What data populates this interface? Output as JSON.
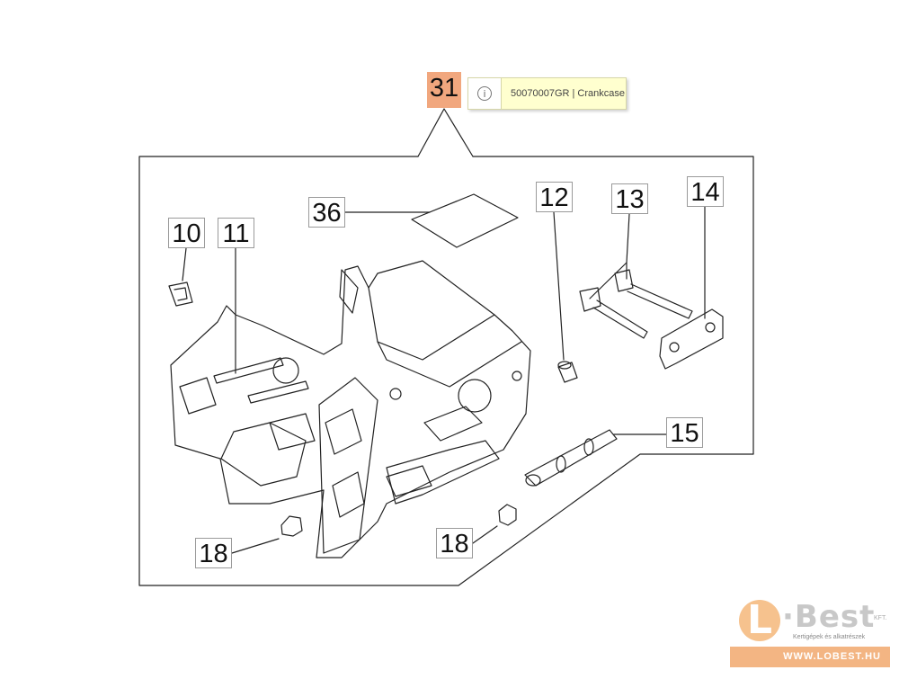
{
  "callouts": {
    "c31": "31",
    "c36": "36",
    "c10": "10",
    "c11": "11",
    "c12": "12",
    "c13": "13",
    "c14": "14",
    "c15": "15",
    "c18a": "18",
    "c18b": "18"
  },
  "tooltip": {
    "text": "50070007GR | Crankcase",
    "icon": "info-icon"
  },
  "logo": {
    "letter": "L",
    "name": "Best",
    "suffix": "KFT.",
    "tagline": "Kertigépek és alkatrészek",
    "url": "WWW.LOBEST.HU"
  },
  "colors": {
    "highlight": "#f1a77e",
    "tooltip_bg": "#ffffcf",
    "logo_orange": "#f3b583"
  }
}
